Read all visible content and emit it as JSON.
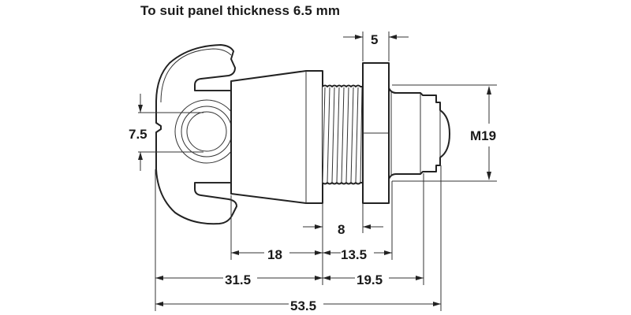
{
  "title": "To suit panel thickness 6.5 mm",
  "drawing": {
    "subject": "wing-nut cam lock with threaded body",
    "dimensions": {
      "flange_thickness": "5",
      "thread_diameter": "M19",
      "wing_hole": "7.5",
      "thread_length": "8",
      "cone_length": "18",
      "body_length": "13.5",
      "wing_to_body": "31.5",
      "body_to_tip": "19.5",
      "overall_length": "53.5"
    },
    "unit": "mm",
    "line_color": "#222222",
    "background": "#ffffff"
  }
}
